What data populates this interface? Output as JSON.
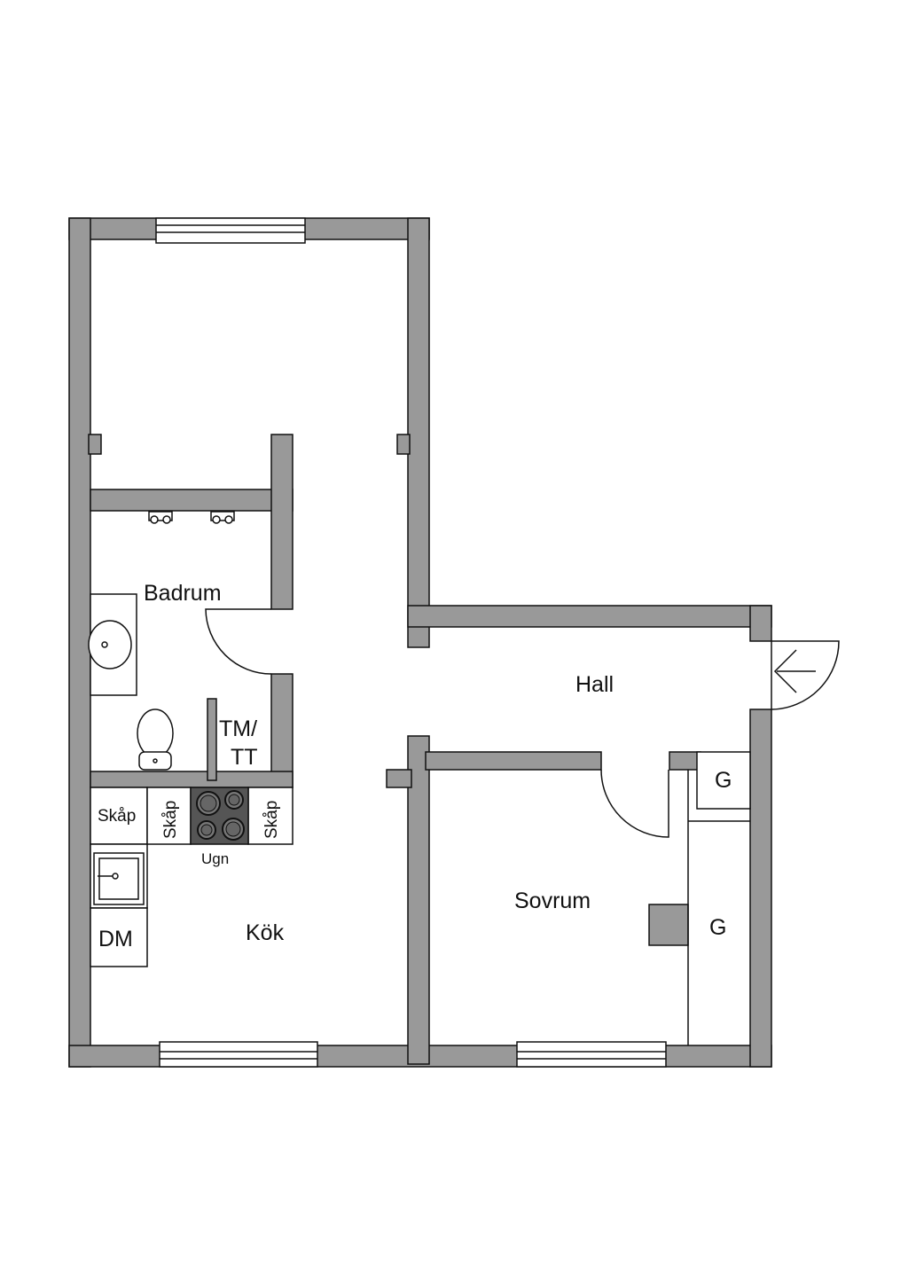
{
  "rooms": {
    "badrum": "Badrum",
    "hall": "Hall",
    "kok": "Kök",
    "sovrum": "Sovrum"
  },
  "fixtures": {
    "washer_dryer_line1": "TM/",
    "washer_dryer_line2": "TT",
    "cabinet_left": "Skåp",
    "cabinet_vertical_1": "Skåp",
    "cabinet_vertical_2": "Skåp",
    "oven": "Ugn",
    "dishwasher": "DM",
    "wardrobe_top": "G",
    "wardrobe_bottom": "G"
  },
  "colors": {
    "wall": "#999999",
    "outline": "#111111",
    "stove": "#555555"
  },
  "icons": {
    "entrance": "entrance-arrow-icon",
    "toilet": "toilet-icon",
    "washbasin": "washbasin-icon",
    "kitchen_sink": "kitchen-sink-icon",
    "stove": "stove-icon",
    "shower": "shower-icon"
  }
}
